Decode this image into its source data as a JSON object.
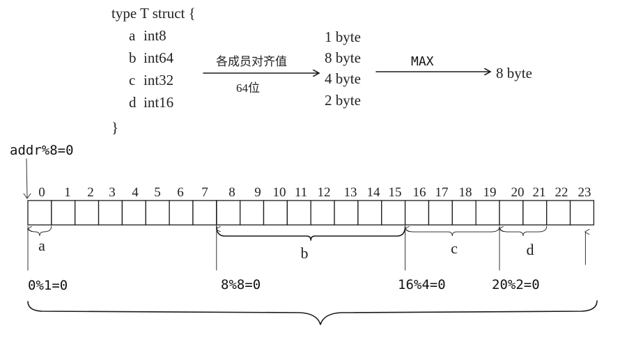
{
  "struct": {
    "header": "type T struct {",
    "fields": [
      {
        "name": "a",
        "type": "int8",
        "size": "1 byte"
      },
      {
        "name": "b",
        "type": "int64",
        "size": "8 byte"
      },
      {
        "name": "c",
        "type": "int32",
        "size": "4 byte"
      },
      {
        "name": "d",
        "type": "int16",
        "size": "2 byte"
      }
    ],
    "footer": "}"
  },
  "arrow1": {
    "top": "各成员对齐值",
    "bottom": "64位"
  },
  "arrow2": {
    "label": "MAX",
    "result": "8 byte"
  },
  "memory": {
    "addr_label": "addr%8=0",
    "indices": [
      "0",
      "1",
      "2",
      "3",
      "4",
      "5",
      "6",
      "7",
      "8",
      "9",
      "10",
      "11",
      "12",
      "13",
      "14",
      "15",
      "16",
      "17",
      "18",
      "19",
      "20",
      "21",
      "22",
      "23"
    ],
    "fields": [
      {
        "label": "a",
        "start": 0,
        "end": 1,
        "check": "0%1=0"
      },
      {
        "label": "b",
        "start": 8,
        "end": 16,
        "check": "8%8=0"
      },
      {
        "label": "c",
        "start": 16,
        "end": 20,
        "check": "16%4=0"
      },
      {
        "label": "d",
        "start": 20,
        "end": 22,
        "check": "20%2=0"
      }
    ],
    "tail_marker_at": 24
  }
}
